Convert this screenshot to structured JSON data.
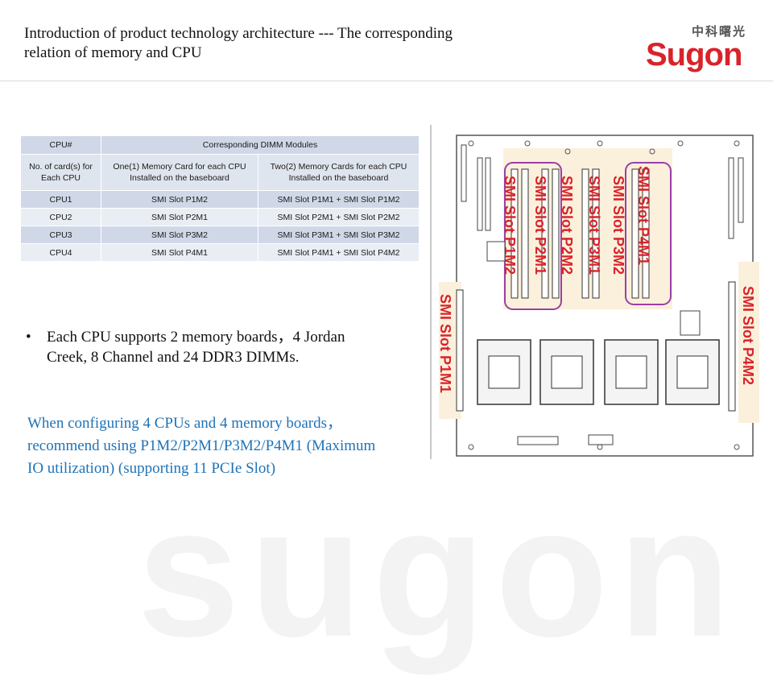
{
  "header": {
    "title": "Introduction of product technology architecture --- The corresponding relation of memory and CPU",
    "logo_cn": "中科曙光",
    "logo_en": "Sugon"
  },
  "table": {
    "header": [
      "CPU#",
      "Corresponding DIMM Modules"
    ],
    "subheader": [
      "No. of card(s) for Each CPU",
      "One(1) Memory Card for each CPU Installed on the baseboard",
      "Two(2) Memory Cards for each CPU Installed on the baseboard"
    ],
    "rows": [
      [
        "CPU1",
        "SMI Slot P1M2",
        "SMI Slot P1M1 + SMI Slot P1M2"
      ],
      [
        "CPU2",
        "SMI Slot P2M1",
        "SMI Slot P2M1 + SMI Slot P2M2"
      ],
      [
        "CPU3",
        "SMI Slot P3M2",
        "SMI Slot P3M1 + SMI Slot P3M2"
      ],
      [
        "CPU4",
        "SMI Slot P4M1",
        "SMI Slot P4M1 + SMI Slot P4M2"
      ]
    ]
  },
  "body": {
    "bullet": "Each CPU supports 2 memory boards，4 Jordan Creek, 8 Channel and  24 DDR3 DIMMs.",
    "note": "When  configuring 4 CPUs and 4 memory boards，recommend using P1M2/P2M1/P3M2/P4M1  (Maximum IO utilization) (supporting 11 PCIe Slot)"
  },
  "diagram": {
    "slot_labels": [
      "SMI Slot P1M2",
      "SMI Slot P2M1",
      "SMI Slot P2M2",
      "SMI Slot P3M1",
      "SMI Slot P3M2",
      "SMI Slot P4M1"
    ],
    "side_left": "SMI Slot P1M1",
    "side_right": "SMI Slot P4M2",
    "label_color": "#d9232a",
    "highlight_color": "#9b3fa6"
  }
}
